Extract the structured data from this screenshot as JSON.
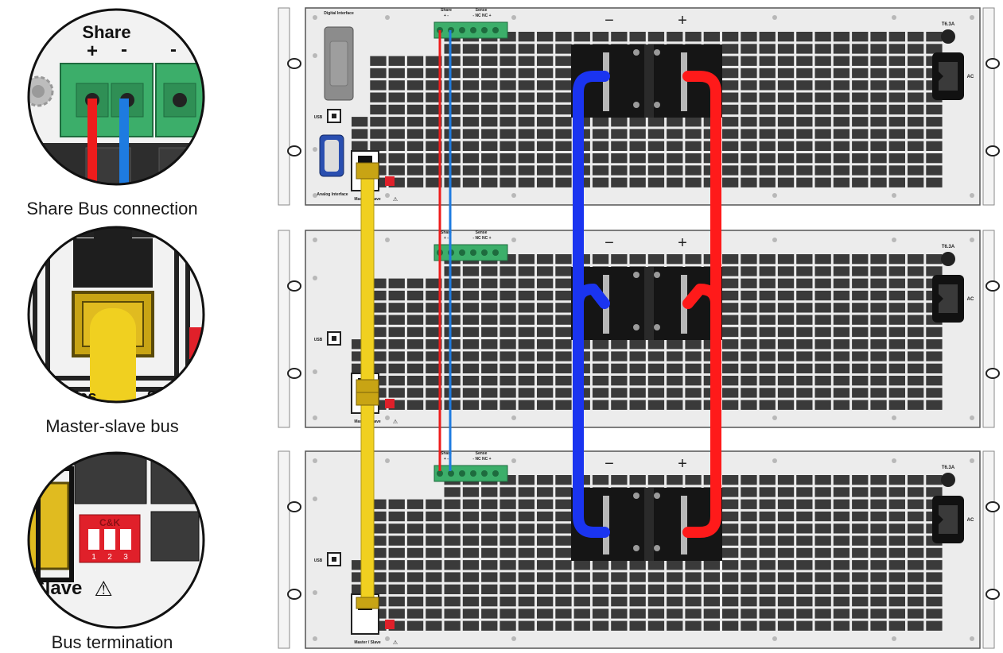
{
  "callouts": {
    "share": {
      "title": "Share",
      "plus": "+",
      "minus": "-",
      "minus2": "-",
      "caption": "Share Bus connection"
    },
    "ms": {
      "caption": "Master-slave bus",
      "label_left": "Mas",
      "label_right": "Sl"
    },
    "term": {
      "dip_label": "C&K",
      "slave": "Slave",
      "warning": "⚠",
      "nums": [
        "1",
        "2",
        "3"
      ],
      "caption": "Bus termination"
    }
  },
  "units": [
    {
      "digital_interface": "Digital Interface",
      "share": "Share",
      "share_pins": "+  -",
      "sense": "Sense",
      "sense_pins": "-  NC  NC  +",
      "minus": "−",
      "plus": "+",
      "fuse": "T6.3A",
      "ac": "AC",
      "usb": "USB",
      "analog_interface": "Analog Interface",
      "master_slave": "Master / Slave",
      "warning": "⚠"
    },
    {
      "share": "Share",
      "share_pins": "+  -",
      "sense": "Sense",
      "sense_pins": "-  NC  NC  +",
      "minus": "−",
      "plus": "+",
      "fuse": "T6.3A",
      "ac": "AC",
      "usb": "USB",
      "master_slave": "Master / Slave",
      "warning": "⚠"
    },
    {
      "share": "Share",
      "share_pins": "+  -",
      "sense": "Sense",
      "sense_pins": "-  NC  NC  +",
      "minus": "−",
      "plus": "+",
      "fuse": "T6.3A",
      "ac": "AC",
      "usb": "USB",
      "master_slave": "Master / Slave",
      "warning": "⚠"
    }
  ],
  "colors": {
    "share_plus_wire": "#ee1c1c",
    "share_minus_wire": "#1e7be0",
    "dc_minus_cable": "#1a34f0",
    "dc_plus_cable": "#ff1a1a",
    "master_slave_cable": "#f0d020",
    "terminal_green": "#3cae6a",
    "vent": "#3a3a3a",
    "panel": "#ececec",
    "dip_red": "#e0202a"
  }
}
